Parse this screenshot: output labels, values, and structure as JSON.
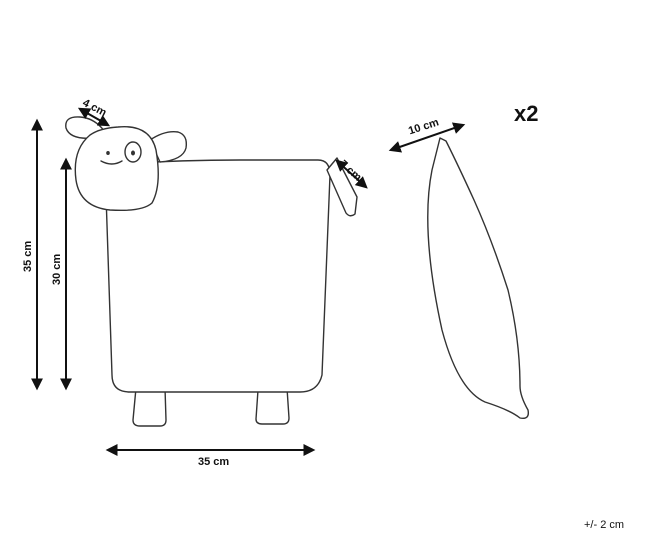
{
  "dimensions": {
    "ear_width": "4 cm",
    "tail_width": "7 cm",
    "cushion_width": "10 cm",
    "total_height": "35 cm",
    "body_height": "30 cm",
    "total_width": "35 cm"
  },
  "quantity": "x2",
  "tolerance": "+/- 2 cm",
  "colors": {
    "line": "#333333",
    "arrow": "#111111",
    "background": "#ffffff"
  }
}
